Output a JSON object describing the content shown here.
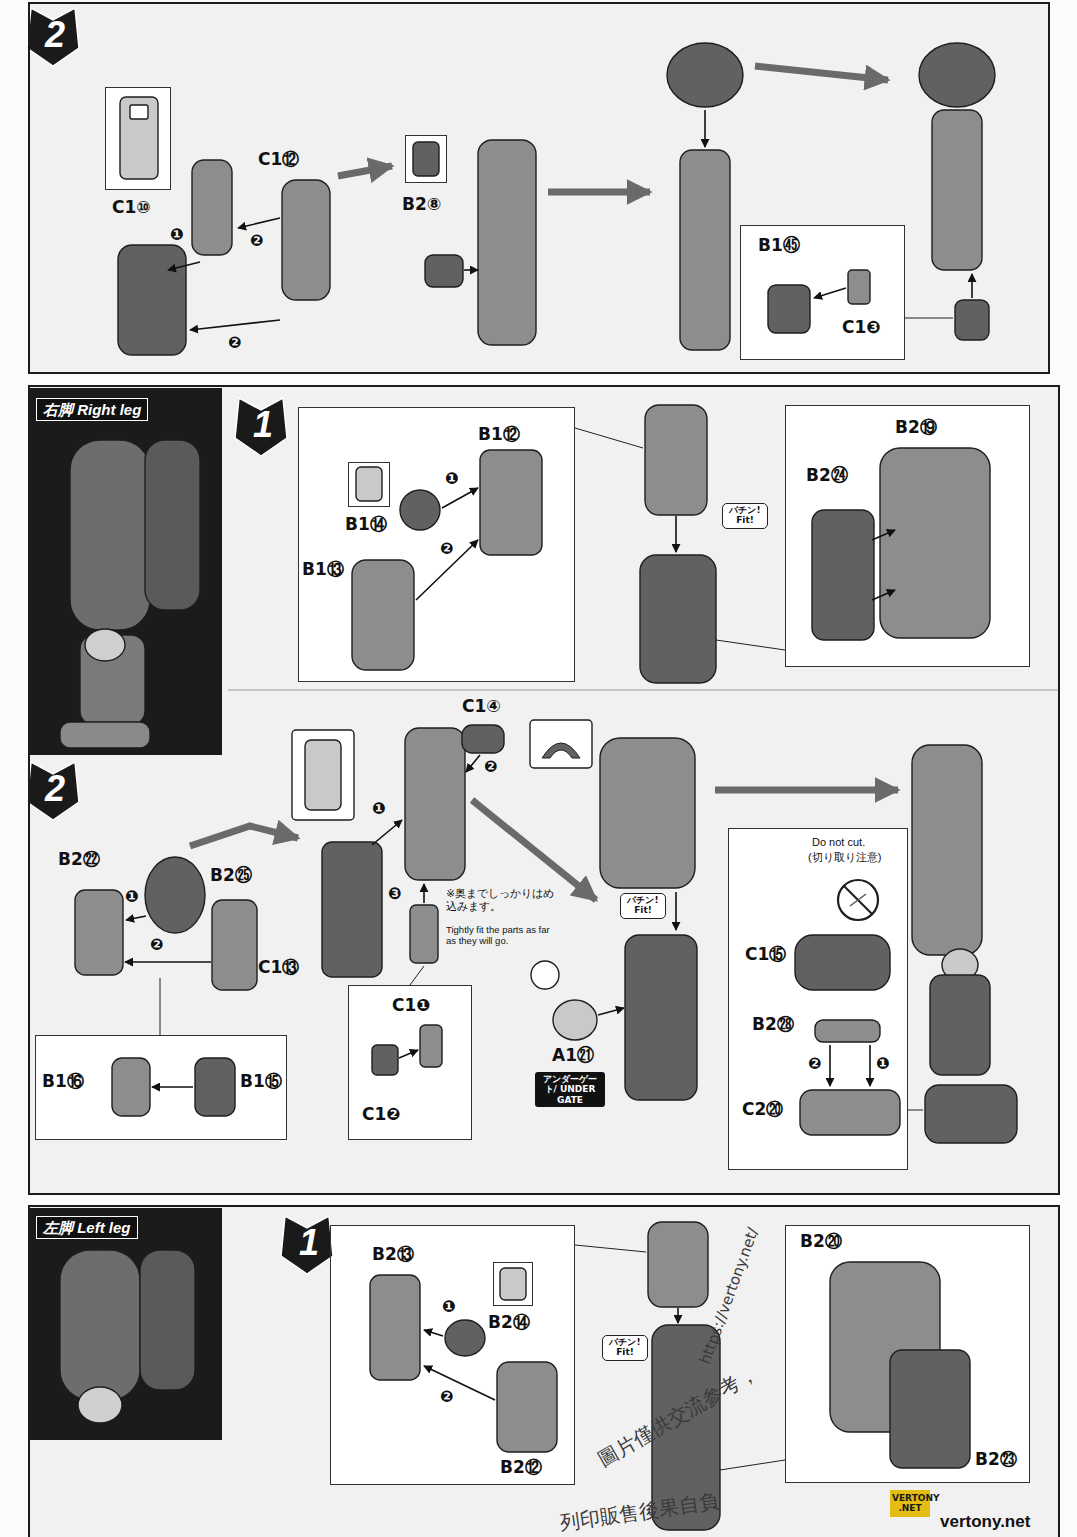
{
  "diagram": {
    "nodes": [
      {
        "text": [
          "2"
        ]
      },
      {
        "text": [
          "C1⑩"
        ],
        "in": 0
      },
      {
        "text": [
          "B2⑧"
        ],
        "in": 0
      },
      {
        "text": [
          "B1㊺",
          "C1❸"
        ],
        "in": 0
      },
      {
        "text": [
          "右脚 Right leg",
          "1",
          "2"
        ]
      },
      {
        "text": [
          "B1⑫",
          "❶",
          "❷",
          "B1⑬"
        ],
        "in": 4
      },
      {
        "text": [
          "B1⑭"
        ],
        "in": 5
      },
      {
        "text": [
          "B2⑲",
          "B2㉔"
        ],
        "in": 4
      },
      {
        "text": [
          "B1⑯",
          "B1⑮"
        ],
        "in": 4
      },
      {
        "text": [
          "C1❶",
          "C1❷"
        ],
        "in": 4
      },
      {
        "text": [
          "Do not cut.",
          "(切り取り注意)",
          "C1⑮",
          "B2㉘",
          "❷",
          "❶",
          "C2⑳"
        ],
        "in": 4
      },
      {
        "text": [
          "左脚 Left leg",
          "1"
        ]
      },
      {
        "text": [
          "B2⑬",
          "❶",
          "❷",
          "B2⑫"
        ],
        "in": 11
      },
      {
        "text": [
          "B2⑭"
        ],
        "in": 12
      },
      {
        "text": [
          "B2⑳",
          "B2㉓"
        ],
        "in": 11
      }
    ],
    "labels": [
      "C1⑫",
      "❶",
      "❷",
      "❷",
      "パチン! Fit!",
      "B2㉒",
      "❶",
      "❷",
      "B2㉕",
      "❶",
      "C1④",
      "❷",
      "C1⑬",
      "❸",
      "※奥までしっかりはめ込みます。",
      "Tightly fit the parts as far as they will go.",
      "パチン! Fit!",
      "A1㉑",
      "アンダーゲート/ UNDER GATE",
      "パチン! Fit!",
      "https://vertony.net/",
      "圖片僅供交流参考，",
      "列印販售後果自負",
      "VERTONY .NET",
      "vertony.net"
    ]
  }
}
